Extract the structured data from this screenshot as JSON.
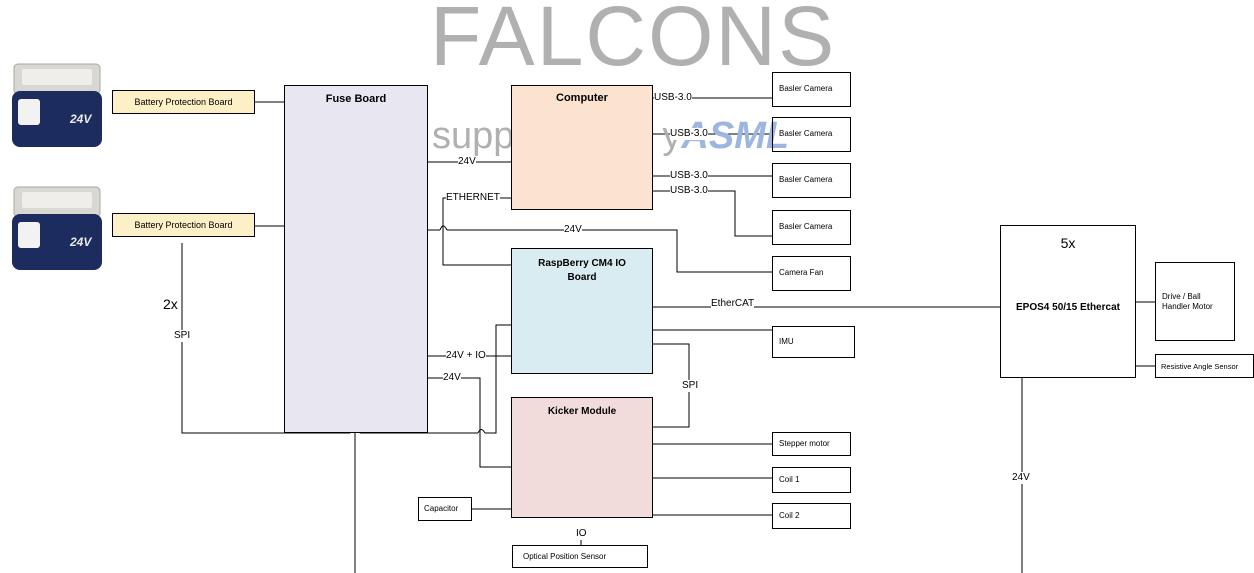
{
  "watermark": {
    "title": "FALCONS",
    "subtitle_left": "supp",
    "subtitle_mid": "y",
    "subtitle_brand": "ASML"
  },
  "batteries": [
    {
      "badge": "24V"
    },
    {
      "badge": "24V"
    }
  ],
  "nodes": {
    "bpb1": "Battery Protection Board",
    "bpb2": "Battery Protection Board",
    "fuse": "Fuse Board",
    "computer": "Computer",
    "cam1": "Basler Camera",
    "cam2": "Basler Camera",
    "cam3": "Basler Camera",
    "cam4": "Basler Camera",
    "camfan": "Camera Fan",
    "rpi": "RaspBerry CM4 IO Board",
    "imu": "IMU",
    "kicker": "Kicker Module",
    "stepper": "Stepper motor",
    "coil1": "Coil 1",
    "coil2": "Coil 2",
    "capacitor": "Capacitor",
    "optical": "Optical Position Sensor",
    "epos_count": "5x",
    "epos": "EPOS4 50/15 Ethercat",
    "motor": "Drive / Ball Handler Motor",
    "angle": "Resistive Angle Sensor"
  },
  "edge_labels": {
    "usb1": "USB-3.0",
    "usb2": "USB-3.0",
    "usb3": "USB-3.0",
    "usb4": "USB-3.0",
    "v24_computer": "24V",
    "ethernet": "ETHERNET",
    "v24_fan": "24V",
    "ethercat": "EtherCAT",
    "v24_io": "24V + IO",
    "v24_kicker": "24V",
    "spi_rpi_kicker": "SPI",
    "battery_count": "2x",
    "spi_left": "SPI",
    "io_optical": "IO",
    "v24_epos": "24V"
  },
  "colors": {
    "fuse_fill": "#e8e6f0",
    "computer_fill": "#fbe3cf",
    "rpi_fill": "#d9ecf2",
    "kicker_fill": "#f1dcdb",
    "bpb_fill": "#fdf0c7",
    "watermark": "#b0b0b0",
    "brand": "#9cb6df"
  }
}
